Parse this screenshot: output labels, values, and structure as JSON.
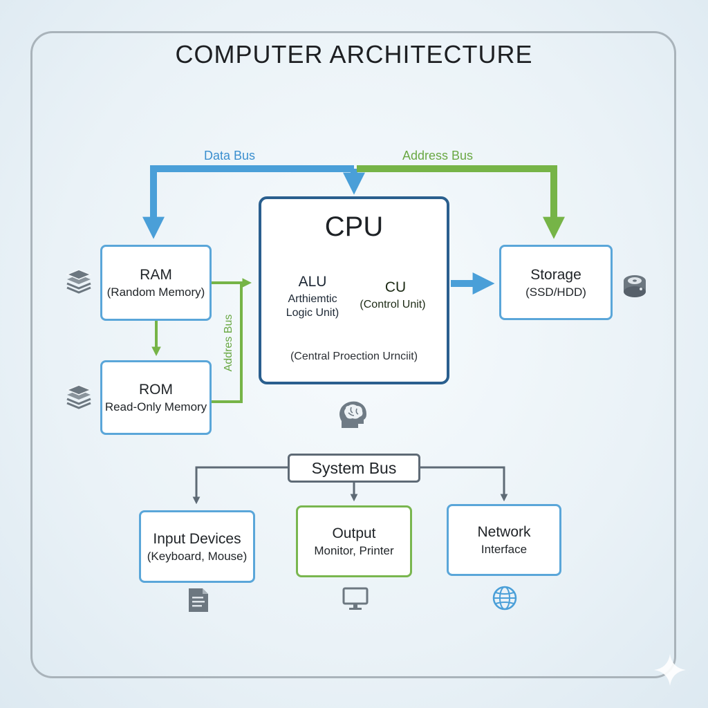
{
  "title": "COMPUTER ARCHITECTURE",
  "buses": {
    "data_bus": "Data Bus",
    "address_bus": "Address Bus",
    "address_bus_vertical": "Addres Bus"
  },
  "ram": {
    "title": "RAM",
    "subtitle": "(Random Memory)"
  },
  "rom": {
    "title": "ROM",
    "subtitle": "Read-Only Memory"
  },
  "cpu": {
    "title": "CPU",
    "subtitle": "(Central Proection Urnciit)",
    "alu": {
      "title": "ALU",
      "line1": "Arthiemtic",
      "line2": "Logic Unit)"
    },
    "cu": {
      "title": "CU",
      "subtitle": "(Control Unit)"
    }
  },
  "storage": {
    "title": "Storage",
    "subtitle": "(SSD/HDD)"
  },
  "system_bus": "System Bus",
  "input": {
    "title": "Input Devices",
    "subtitle": "(Keyboard, Mouse)"
  },
  "output": {
    "title": "Output",
    "subtitle": "Monitor, Printer"
  },
  "network": {
    "title": "Network",
    "subtitle": "Interface"
  },
  "icons": [
    "layers-icon",
    "layers-icon",
    "hard-disk-icon",
    "brain-icon",
    "document-icon",
    "monitor-icon",
    "globe-icon",
    "sparkle-icon"
  ],
  "colors": {
    "data_bus": "#4a9fd8",
    "address_bus": "#76b447",
    "cpu_border": "#2a5f8e",
    "alu_fill": "#7eb6e2",
    "cu_fill": "#9bcb72",
    "system_bus": "#6b7680"
  }
}
